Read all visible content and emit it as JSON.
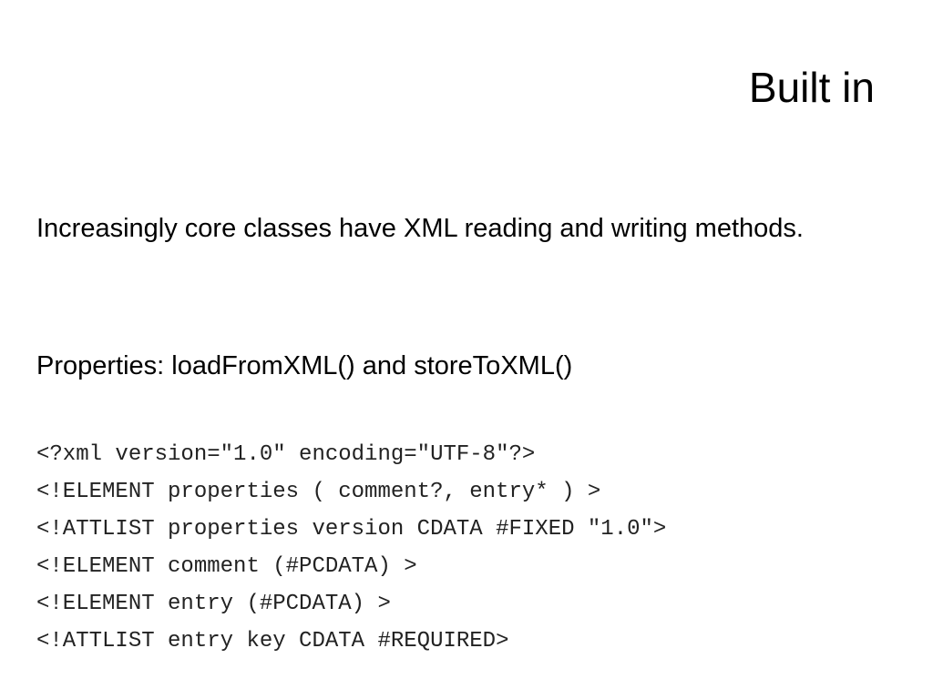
{
  "slide": {
    "title": "Built in",
    "paragraphs": [
      "Increasingly core classes have XML reading and writing methods.",
      "Properties: loadFromXML() and storeToXML()"
    ],
    "code_lines": [
      "<?xml version=\"1.0\" encoding=\"UTF-8\"?>",
      "<!ELEMENT properties ( comment?, entry* ) >",
      "<!ATTLIST properties version CDATA #FIXED \"1.0\">",
      "<!ELEMENT comment (#PCDATA) >",
      "<!ELEMENT entry (#PCDATA) >",
      "<!ATTLIST entry key CDATA #REQUIRED>"
    ]
  }
}
